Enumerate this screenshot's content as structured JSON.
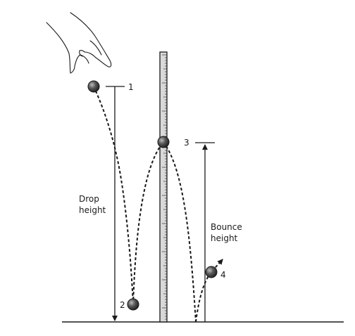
{
  "labels": {
    "pos1": "1",
    "pos2": "2",
    "pos3": "3",
    "pos4": "4",
    "drop_line1": "Drop",
    "drop_line2": "height",
    "bounce_line1": "Bounce",
    "bounce_line2": "height"
  },
  "colors": {
    "ink": "#1a1a1a",
    "ruler_fill": "#d9d9d9",
    "ball_fill": "#444444"
  }
}
